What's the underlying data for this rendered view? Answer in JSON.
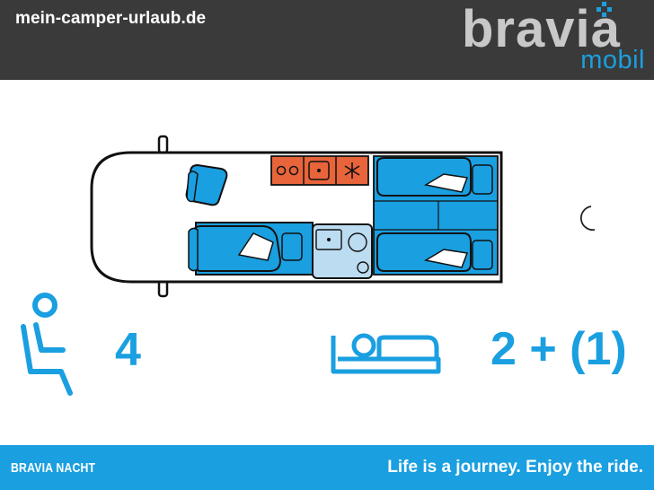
{
  "header": {
    "site_url": "mein-camper-urlaub.de",
    "logo": {
      "main": "bravia",
      "sub": "mobil"
    }
  },
  "features": {
    "seats_icon": "seated-person-icon",
    "seats": "4",
    "beds_icon": "sleeping-person-icon",
    "beds": "2 + (1)",
    "night_icon": "moon-icon"
  },
  "footer": {
    "model": "BRAVIA NACHT",
    "slogan": "Life is a journey. Enjoy the ride."
  },
  "colors": {
    "header_bg": "#3a3a3a",
    "logo_grey": "#c8c8c8",
    "accent_blue": "#1a9fe0",
    "kitchen_orange": "#e8643a",
    "footer_bg": "#1a9fe0"
  }
}
